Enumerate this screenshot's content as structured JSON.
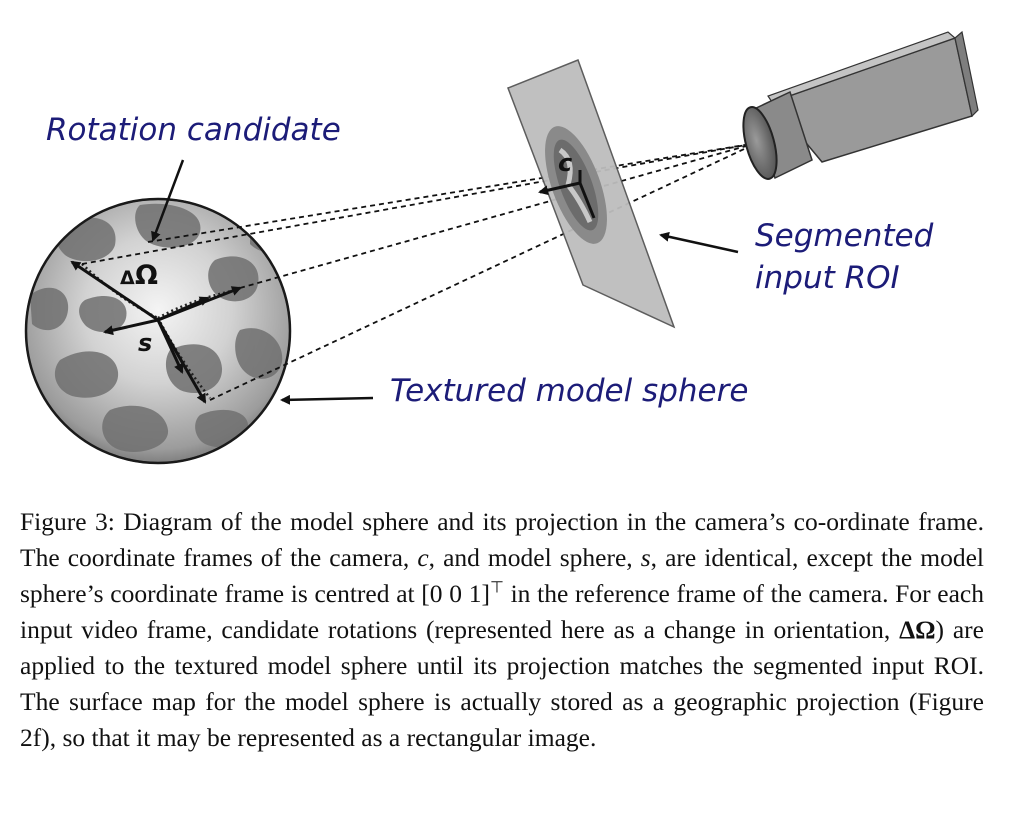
{
  "labels": {
    "rotation_candidate": "Rotation candidate",
    "segmented_line1": "Segmented",
    "segmented_line2": "input ROI",
    "textured_sphere": "Textured model sphere",
    "delta_sym": "Δ",
    "omega_sym": "Ω",
    "s_sym": "s",
    "c_sym": "c"
  },
  "caption": {
    "p1": "Figure 3:  Diagram of the model sphere and its projection in the camera’s co-ordinate frame.  The coordinate frames of the camera, ",
    "c": "c",
    "p2": ", and model sphere, ",
    "s": "s",
    "p3": ", are identical, except the model sphere’s coordinate frame is centred at [0 0 1]",
    "transpose": "⊤",
    "p4": " in the reference frame of the camera.  For each input video frame, candidate rotations (represented here as a change in orientation, ",
    "delta": "ΔΩ",
    "p5": ") are applied to the textured model sphere until its projection matches the segmented input ROI. The surface map for the model sphere is actually stored as a geographic projection (Figure 2f), so that it may be represented as a rectangular image."
  },
  "colors": {
    "label_blue": "#1c1c78",
    "sphere_base": "#b9b9b9",
    "patch": "#6f6f6f",
    "camera_body": "#9a9a9a",
    "plane_fill": "#bdbdbd"
  }
}
